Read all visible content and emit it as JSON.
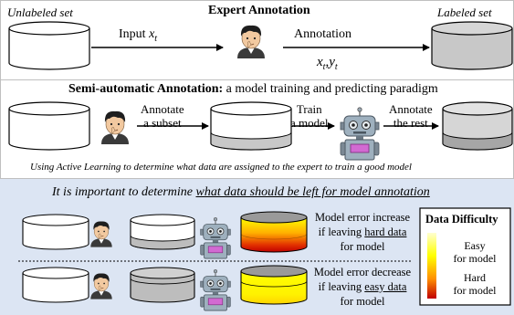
{
  "panel1": {
    "left_label": "Unlabeled set",
    "title": "Expert Annotation",
    "right_label": "Labeled set",
    "input_label": "Input",
    "input_var": "x",
    "input_sub": "t",
    "annotation_label": "Annotation",
    "output_x": "x",
    "output_x_sub": "t",
    "output_comma": ",",
    "output_y": "y",
    "output_y_sub": "t"
  },
  "panel2": {
    "title_bold": "Semi-automatic Annotation:",
    "title_rest": " a model training and predicting paradigm",
    "step1_line1": "Annotate",
    "step1_line2": "a subset",
    "step2_line1": "Train",
    "step2_line2": "a model",
    "step3_line1": "Annotate",
    "step3_line2": "the rest",
    "caption": "Using Active Learning to determine what data are assigned to the expert to train a good model"
  },
  "panel3": {
    "heading_prefix": "It is important to determine ",
    "heading_underlined": "what data should be left for model annotation",
    "row1_line1": "Model error increase",
    "row1_line2_prefix": "if leaving ",
    "row1_line2_underlined": "hard data",
    "row1_line3": "for model",
    "row2_line1": "Model error decrease",
    "row2_line2_prefix": "if leaving ",
    "row2_line2_underlined": "easy data",
    "row2_line3": "for model",
    "legend_title": "Data Difficulty",
    "legend_easy_line1": "Easy",
    "legend_easy_line2": "for model",
    "legend_hard_line1": "Hard",
    "legend_hard_line2": "for model"
  },
  "colors": {
    "panel3_background": "#dce5f3",
    "panel_border": "#bfbfbf",
    "cylinder_gray": "#c8c8c8",
    "cylinder_dark_gray": "#a6a6a6",
    "robot_pink": "#d26ad2",
    "heat_top": "#ffff00",
    "heat_bottom": "#c00000"
  }
}
